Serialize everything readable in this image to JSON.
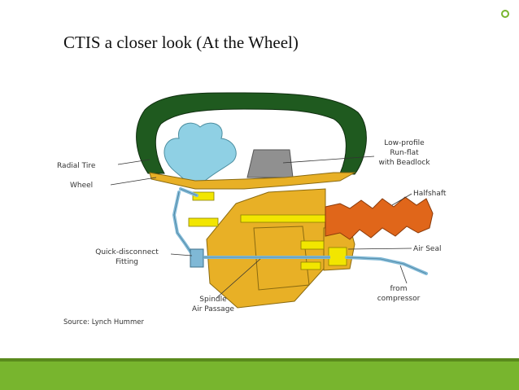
{
  "title": "CTIS a closer look (At the Wheel)",
  "labels": {
    "radial_tire": "Radial Tire",
    "wheel": "Wheel",
    "low_profile_1": "Low-profile",
    "low_profile_2": "Run-flat",
    "low_profile_3": "with Beadlock",
    "halfshaft": "Halfshaft",
    "quick_disconnect_1": "Quick-disconnect",
    "quick_disconnect_2": "Fitting",
    "air_seal": "Air Seal",
    "spindle_1": "Spindle",
    "spindle_2": "Air Passage",
    "from_compressor_1": "from",
    "from_compressor_2": "compressor"
  },
  "source": "Source: Lynch Hummer",
  "colors": {
    "tire": "#1f5a1f",
    "inner_tube": "#8fd0e4",
    "hub": "#e8b026",
    "fittings": "#f2e600",
    "halfshaft": "#e0661a",
    "runflat": "#909090",
    "bar": "#78b52e"
  }
}
